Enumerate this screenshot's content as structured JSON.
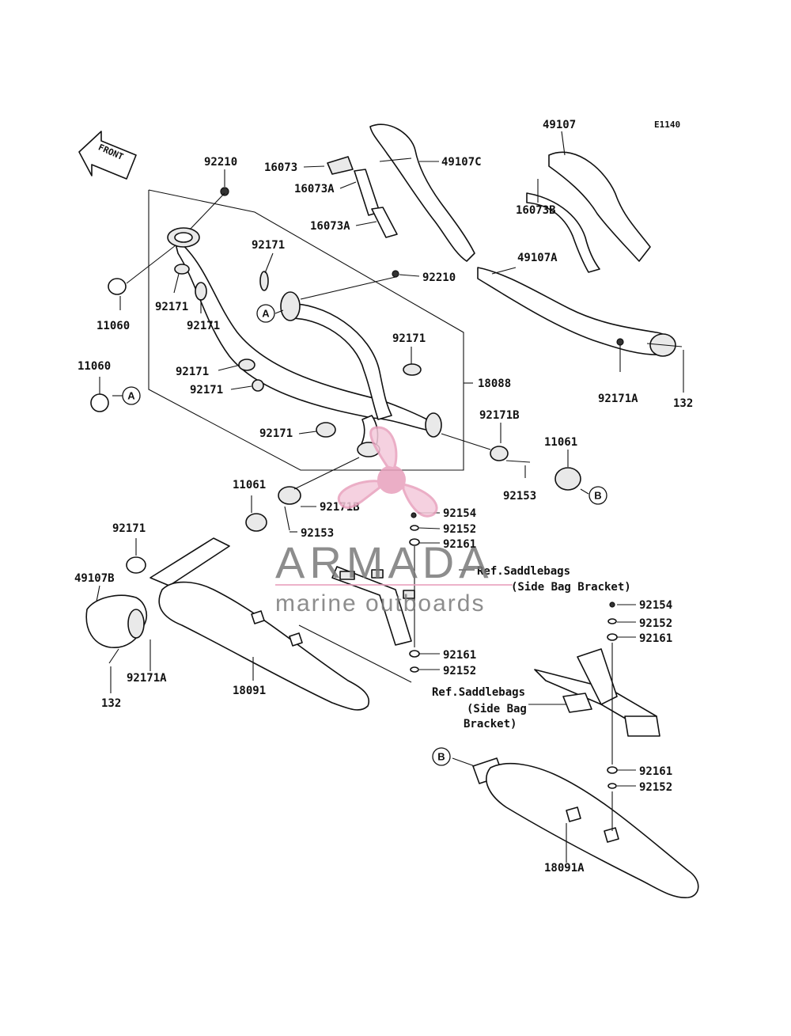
{
  "diagram_code": "E1140",
  "front_label": "FRONT",
  "callouts": {
    "a": "A",
    "b": "B"
  },
  "parts": {
    "p92210_top": "92210",
    "p92210_mid": "92210",
    "p16073": "16073",
    "p16073a_1": "16073A",
    "p16073a_2": "16073A",
    "p49107c": "49107C",
    "p49107": "49107",
    "p16073b": "16073B",
    "p49107a": "49107A",
    "p92171_1": "92171",
    "p92171_2": "92171",
    "p92171_3": "92171",
    "p92171_4": "92171",
    "p92171_5": "92171",
    "p92171_6": "92171",
    "p92171_7": "92171",
    "p92171_8": "92171",
    "p11060_1": "11060",
    "p11060_2": "11060",
    "p18088": "18088",
    "p92171a_1": "92171A",
    "p132_1": "132",
    "p92171b_1": "92171B",
    "p11061_1": "11061",
    "p92153_1": "92153",
    "p11061_2": "11061",
    "p92171b_2": "92171B",
    "p92153_2": "92153",
    "p92154_1": "92154",
    "p92152_1": "92152",
    "p92161_1": "92161",
    "p49107b": "49107B",
    "p92171a_2": "92171A",
    "p132_2": "132",
    "p18091": "18091",
    "p92161_2": "92161",
    "p92152_2": "92152",
    "p92154_2": "92154",
    "p92152_3": "92152",
    "p92161_3": "92161",
    "p92161_4": "92161",
    "p92152_4": "92152",
    "p18091a": "18091A"
  },
  "references": {
    "ref1_line1": "Ref.Saddlebags",
    "ref1_line2": "(Side Bag Bracket)",
    "ref2_line1": "Ref.Saddlebags",
    "ref2_line2": "(Side Bag",
    "ref2_line3": "Bracket)"
  },
  "watermark": {
    "brand": "ARMADA",
    "tagline": "marine outboards",
    "brand_color": "#e8a0bd"
  }
}
